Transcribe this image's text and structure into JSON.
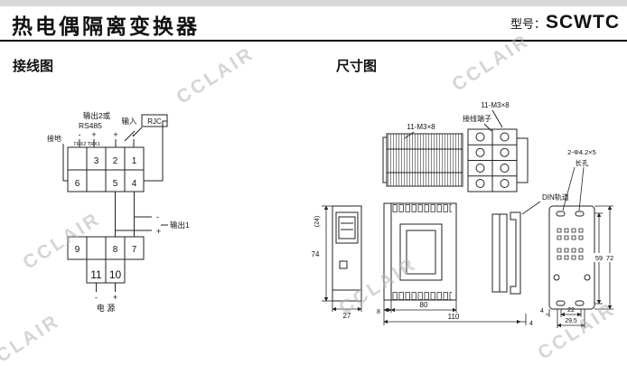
{
  "header": {
    "title": "热电偶隔离变换器",
    "model_label": "型号：",
    "model_value": "SCWTC"
  },
  "sections": {
    "wiring_title": "接线图",
    "dimensions_title": "尺寸图"
  },
  "watermark": "CCLAIR",
  "wiring": {
    "output2_line1": "输出2或",
    "output2_line2": "RS485",
    "input_label": "输入",
    "rjc_label": "RJC",
    "ground_label": "接地",
    "trx_label": "TRX2 TRX1",
    "minus": "-",
    "plus": "+",
    "top_block": {
      "row1": [
        "3",
        "2",
        "1"
      ],
      "row2": [
        "6",
        "5",
        "4"
      ]
    },
    "bottom_block": {
      "row1": [
        "9",
        "8",
        "7"
      ],
      "row2": [
        "11",
        "10"
      ]
    },
    "output1_label": "输出1",
    "power_label": "电 源"
  },
  "dims": {
    "screws_side": "11-M3×8",
    "terminal_label": "接线端子",
    "screws_top": "11-M3×8",
    "slot_line1": "2-Φ4.2×5",
    "slot_line2": "长孔",
    "din_label": "DIN轨道",
    "front_height_ref": "(24)",
    "front_height": "74",
    "front_width": "27",
    "side_front_offset": "8",
    "side_body": "80",
    "side_total": "110",
    "side_right": "4",
    "rear_slot_span": "22",
    "rear_slot_span2": "29.5",
    "rear_height_inner": "59",
    "rear_height": "72",
    "rear_corner": "4"
  }
}
